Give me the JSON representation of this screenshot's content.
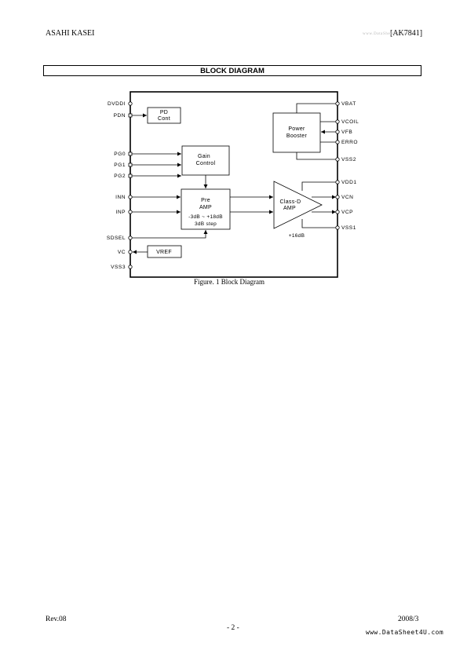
{
  "header": {
    "company": "ASAHI KASEI",
    "part_number": "[AK7841]",
    "watermark": "www.DataSheet4U.com"
  },
  "section_title": "BLOCK DIAGRAM",
  "diagram": {
    "left_pins": [
      "DVDDI",
      "PDN",
      "PG0",
      "PG1",
      "PG2",
      "INN",
      "INP",
      "SDSEL",
      "VC",
      "VSS3"
    ],
    "right_pins": [
      "VBAT",
      "VCOIL",
      "VFB",
      "ERRO",
      "VSS2",
      "VDD1",
      "VCN",
      "VCP",
      "VSS1"
    ],
    "blocks": {
      "pd_cont": [
        "PD",
        "Cont"
      ],
      "gain_control": [
        "Gain",
        "Control"
      ],
      "pre_amp": [
        "Pre",
        "AMP",
        "-3dB ~ +18dB",
        "3dB step"
      ],
      "class_d": [
        "Class-D",
        "AMP"
      ],
      "power_booster": [
        "Power",
        "Booster"
      ],
      "vref": "VREF"
    },
    "class_d_gain": "+16dB"
  },
  "caption": "Figure. 1 Block Diagram",
  "footer": {
    "revision": "Rev.08",
    "page": "- 2 -",
    "date": "2008/3",
    "watermark": "www.DataSheet4U.com"
  }
}
